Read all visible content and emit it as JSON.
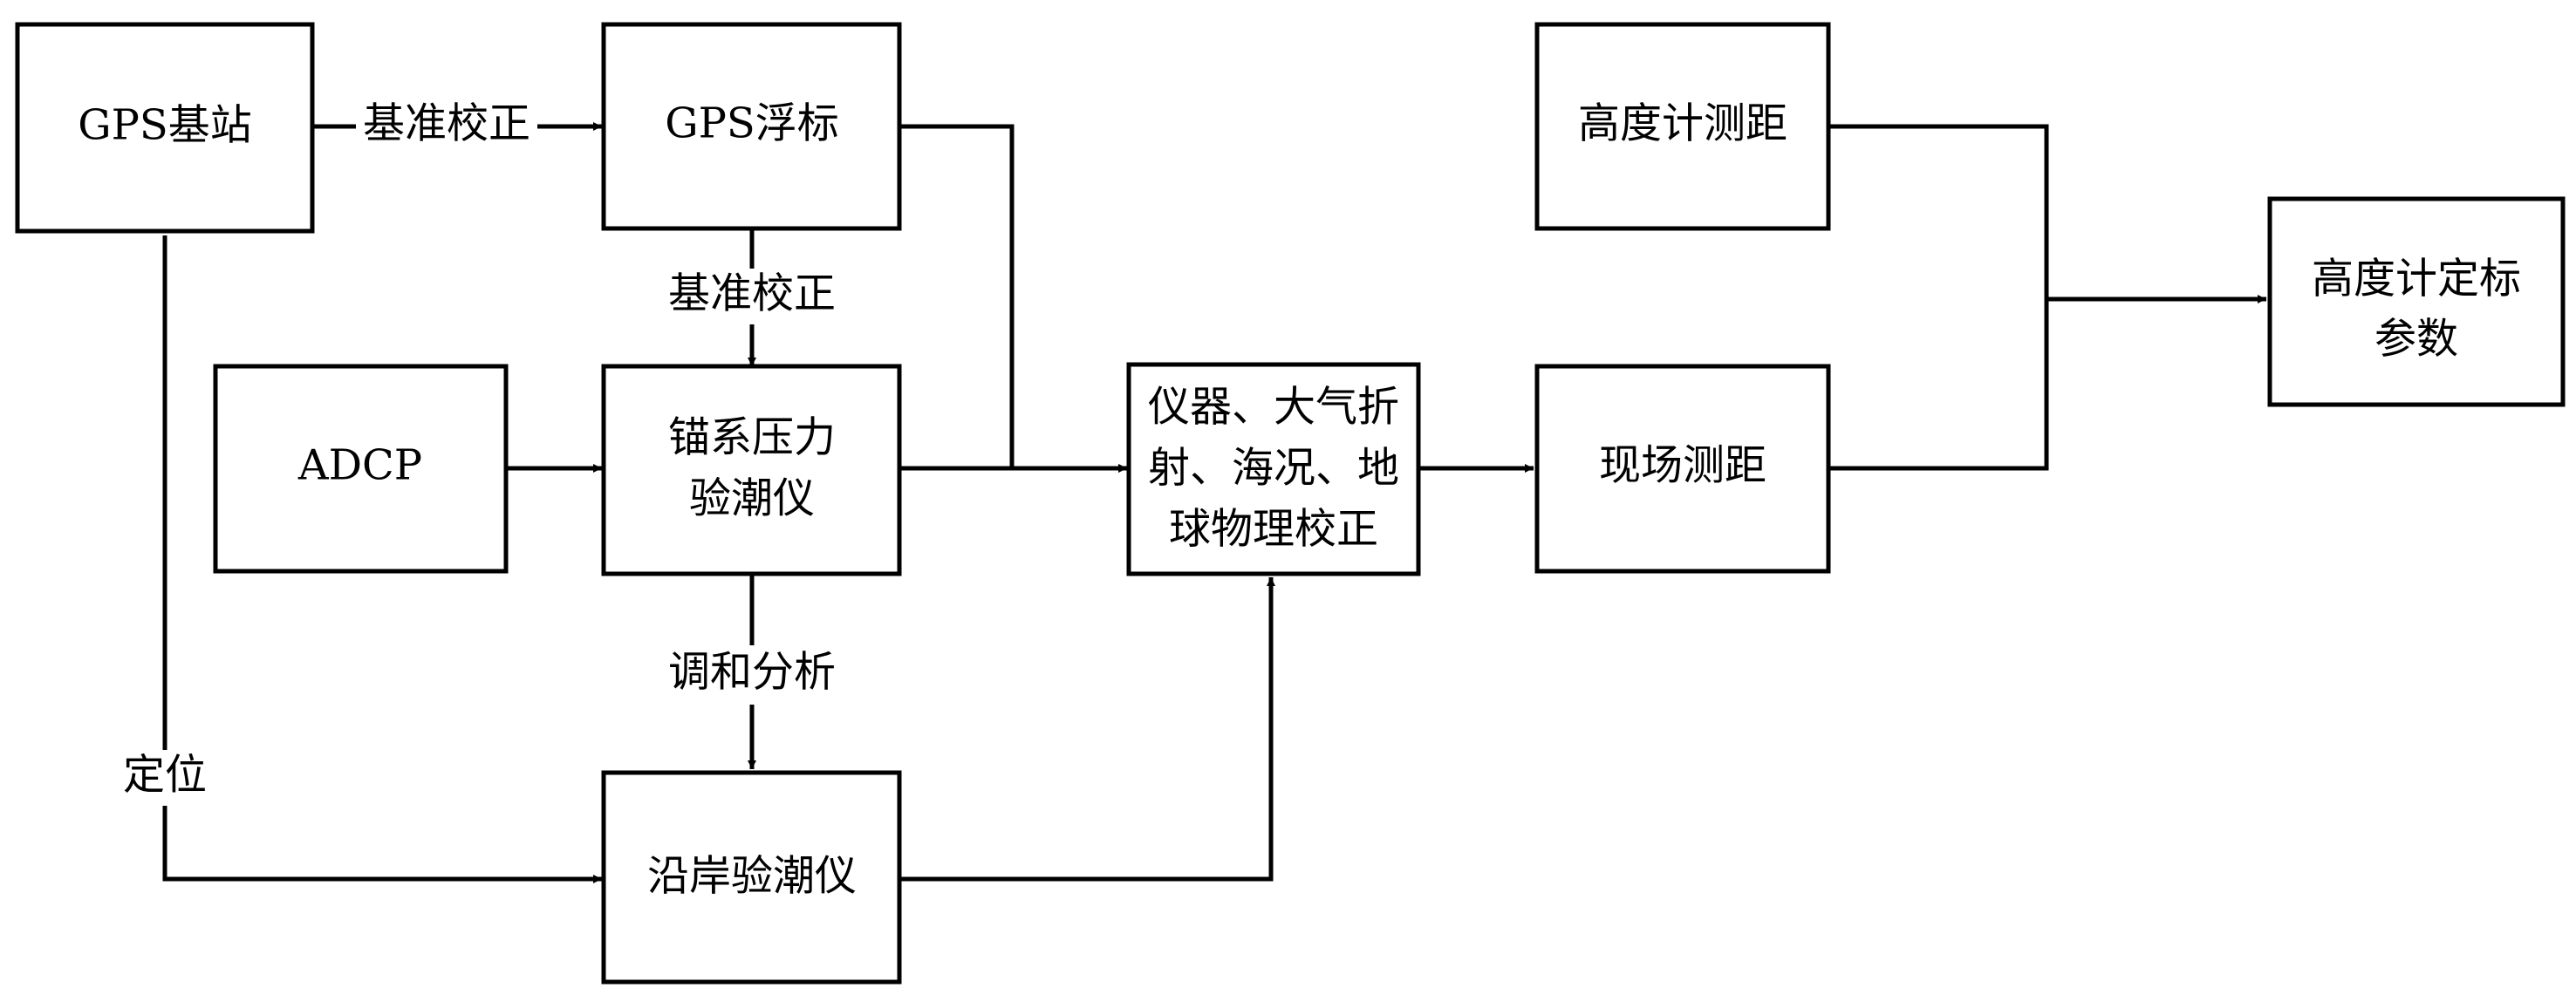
{
  "nodes": {
    "gps_base": {
      "label": "GPS基站"
    },
    "gps_buoy": {
      "label": "GPS浮标"
    },
    "adcp": {
      "label": "ADCP"
    },
    "pressure_gauge": {
      "lines": [
        "锚系压力",
        "验潮仪"
      ]
    },
    "coastal_gauge": {
      "label": "沿岸验潮仪"
    },
    "correction": {
      "lines": [
        "仪器、大气折",
        "射、海况、地",
        "球物理校正"
      ]
    },
    "altimeter_range": {
      "label": "高度计测距"
    },
    "field_range": {
      "label": "现场测距"
    },
    "calibration": {
      "lines": [
        "高度计定标",
        "参数"
      ]
    }
  },
  "edges": {
    "base_to_buoy": {
      "label": "基准校正"
    },
    "buoy_to_gauge": {
      "label": "基准校正"
    },
    "gauge_to_coastal": {
      "label": "调和分析"
    },
    "base_to_coastal": {
      "label": "定位"
    }
  }
}
